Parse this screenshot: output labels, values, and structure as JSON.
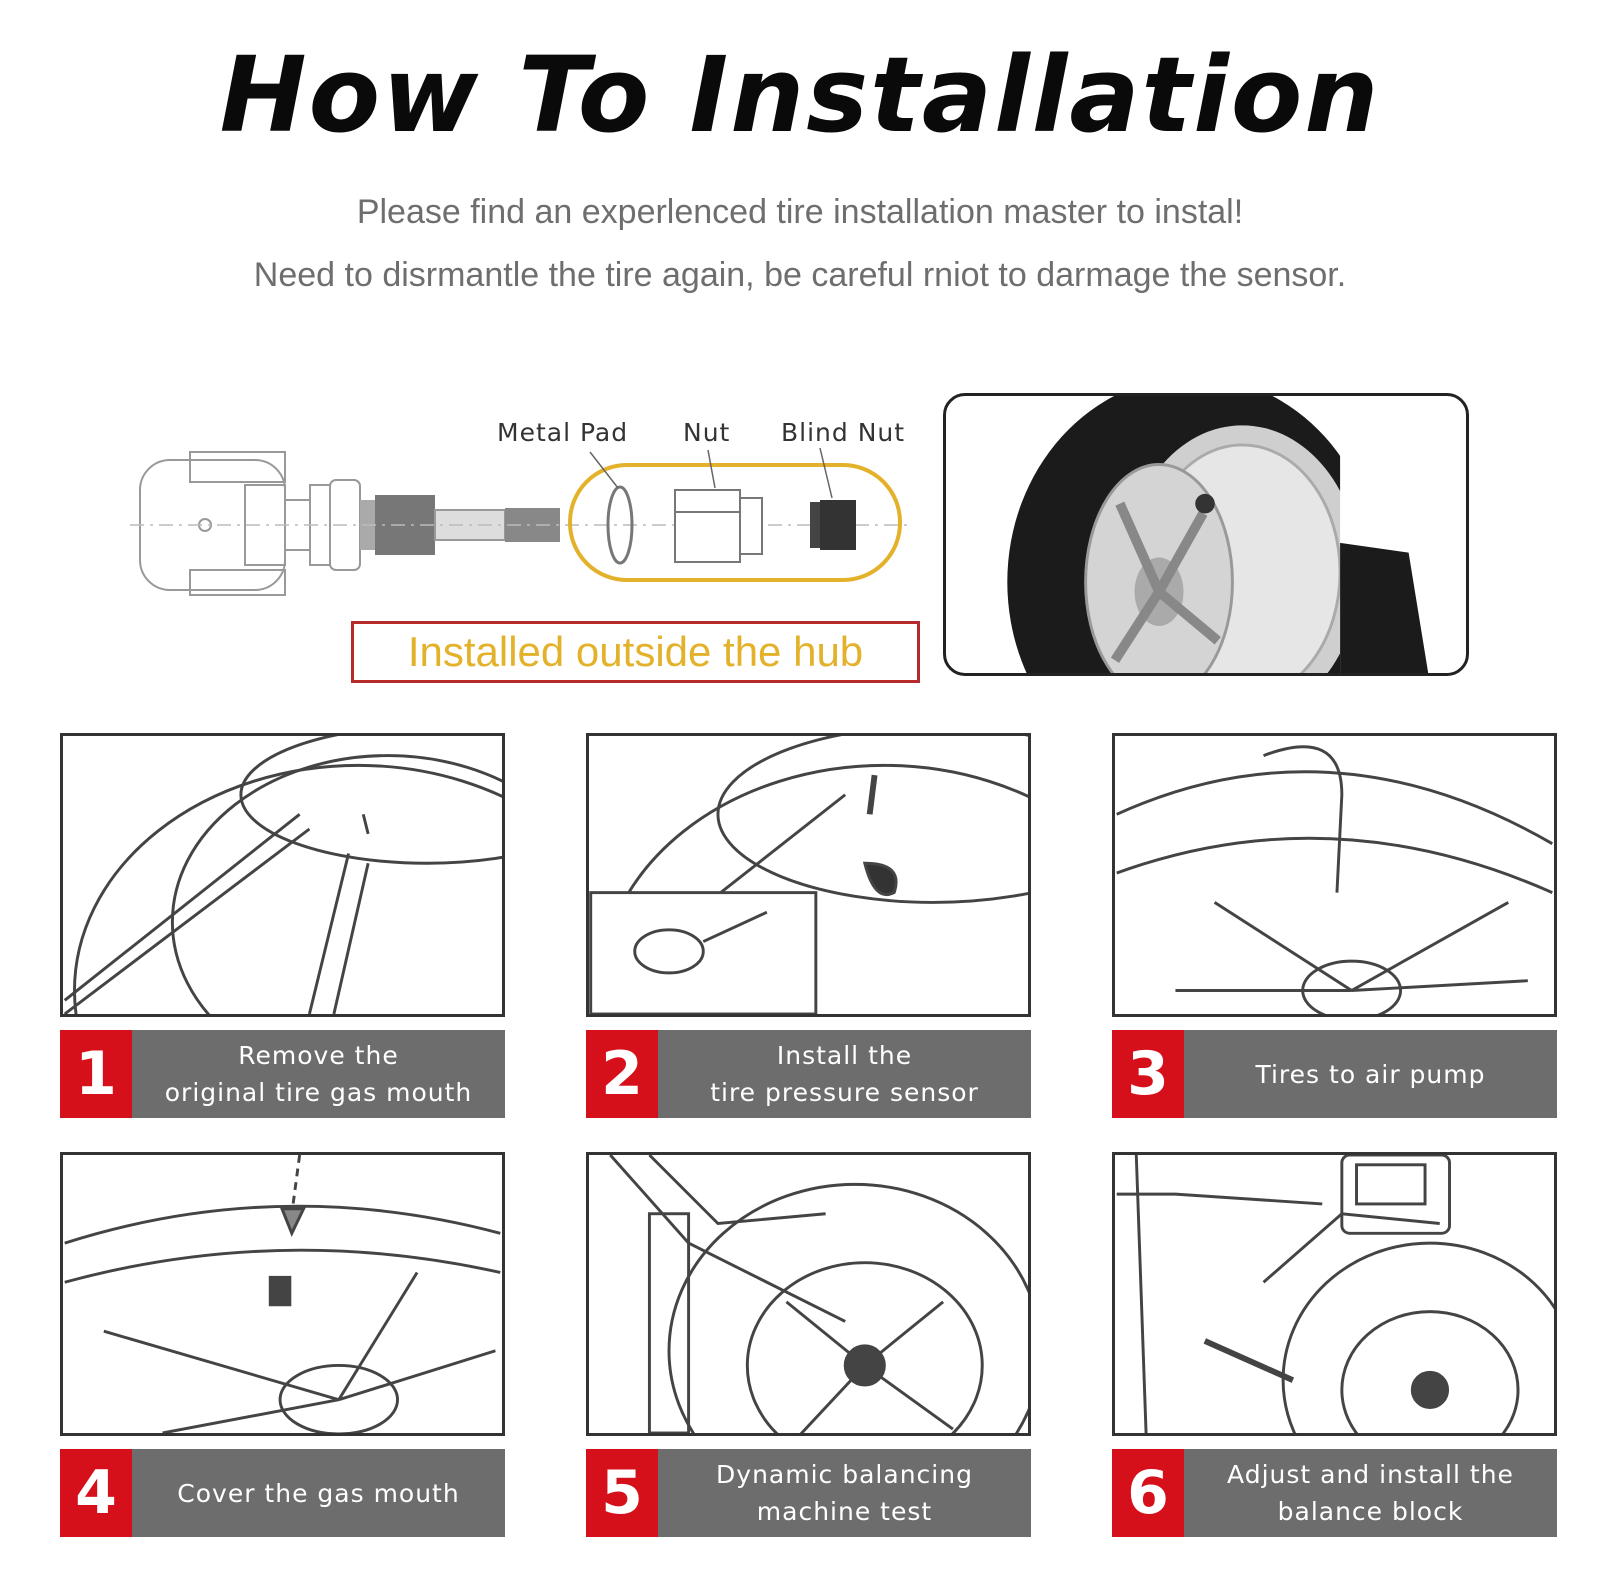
{
  "header": {
    "title": "How To Installation",
    "subtitle_line1": "Please find an experlenced tire installation master to instal!",
    "subtitle_line2": "Need to disrmantle the tire again, be careful rniot to darmage the sensor."
  },
  "diagram": {
    "labels": {
      "metal_pad": "Metal Pad",
      "nut": "Nut",
      "blind_nut": "Blind Nut"
    },
    "note": "Installed outside the hub",
    "colors": {
      "highlight_outline": "#e3b12a",
      "note_border": "#b52a2a",
      "note_text": "#e3b12a"
    }
  },
  "steps": [
    {
      "number": "1",
      "line1": "Remove the",
      "line2": "original tire gas mouth"
    },
    {
      "number": "2",
      "line1": "Install the",
      "line2": "tire pressure sensor"
    },
    {
      "number": "3",
      "line1": "Tires to air pump",
      "line2": ""
    },
    {
      "number": "4",
      "line1": "Cover the gas mouth",
      "line2": ""
    },
    {
      "number": "5",
      "line1": "Dynamic balancing",
      "line2": "machine test"
    },
    {
      "number": "6",
      "line1": "Adjust and install the",
      "line2": "balance block"
    }
  ],
  "colors": {
    "step_number_bg": "#d6101a",
    "caption_bg": "#6d6d6d"
  }
}
